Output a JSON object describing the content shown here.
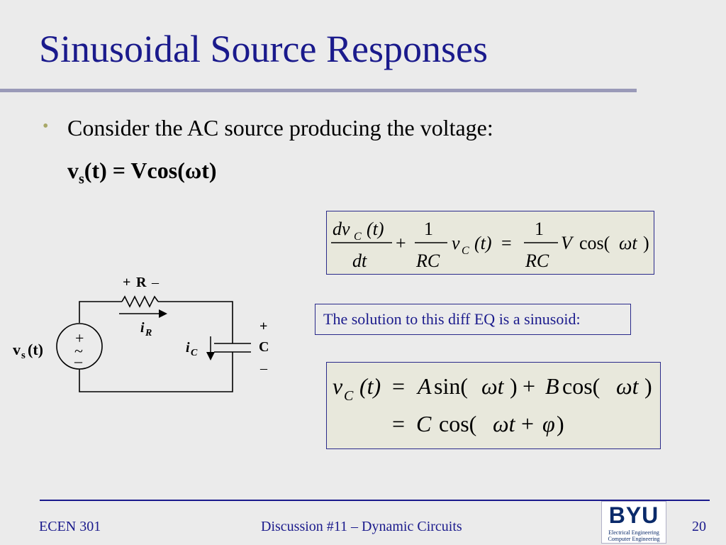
{
  "slide": {
    "title": "Sinusoidal Source Responses",
    "bullet": "Consider the AC source producing the voltage:",
    "source_eq": {
      "v": "v",
      "sub": "s",
      "rest": "(t) = Vcos(ωt)"
    }
  },
  "diff_eq": {
    "num1_d": "dv",
    "num1_sub": "C",
    "num1_t": "(t)",
    "den1": "dt",
    "plus": "+",
    "frac2_num": "1",
    "frac2_den": "RC",
    "v": "v",
    "v_sub": "C",
    "v_t": "(t)",
    "eq": "=",
    "frac3_num": "1",
    "frac3_den": "RC",
    "rhs_V": "V",
    "rhs_cos": "cos(",
    "rhs_arg": "ωt",
    "rhs_close": ")"
  },
  "solution_note": "The solution to this diff EQ is a sinusoid:",
  "solution_eq": {
    "line1_v": "v",
    "line1_sub": "C",
    "line1_t": "(t)",
    "line1_eq": "=",
    "line1_A": "A",
    "line1_sin": "sin(",
    "line1_arg1": "ωt",
    "line1_p": ")",
    "line1_plus": "+",
    "line1_B": "B",
    "line1_cos": "cos(",
    "line1_arg2": "ωt",
    "line1_close": ")",
    "line2_eq": "=",
    "line2_C": "C",
    "line2_cos": "cos(",
    "line2_arg": "ωt",
    "line2_plus": "+",
    "line2_phi": "φ",
    "line2_close": ")"
  },
  "circuit": {
    "r_plus": "+",
    "r_label": "R",
    "r_minus": "–",
    "ir": "i",
    "ir_sub": "R",
    "ic": "i",
    "ic_sub": "C",
    "c_plus": "+",
    "c_label": "C",
    "c_minus": "–",
    "src_plus": "+",
    "src_tilde": "~",
    "src_minus": "–",
    "vs": "v",
    "vs_sub": "s",
    "vs_t": "(t)"
  },
  "footer": {
    "course": "ECEN 301",
    "center": "Discussion #11 – Dynamic Circuits",
    "page": "20",
    "logo_main": "BYU",
    "logo_line1": "Electrical Engineering",
    "logo_line2": "Computer Engineering"
  },
  "colors": {
    "title": "#1a1a8c",
    "accent": "#a8a868",
    "box_fill": "#e8e8dc"
  }
}
